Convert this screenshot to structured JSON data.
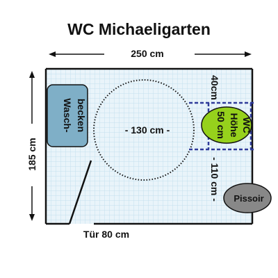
{
  "title": "WC Michaeligarten",
  "dimensions": {
    "width": "250 cm",
    "height": "185 cm",
    "circle": "- 130 cm -",
    "toilet_side": "40cm",
    "toilet_distance": "- 110 cm -",
    "door": "Tür 80 cm"
  },
  "fixtures": {
    "sink_line1": "Wasch-",
    "sink_line2": "becken",
    "wc_line1": "WC",
    "wc_line2": "Höhe",
    "wc_line3": "50 cm",
    "urinal": "Pissoir"
  },
  "colors": {
    "floor_tile": "#e9f4fa",
    "grid_line": "#c4dfee",
    "sink_fill": "#7fafc7",
    "wc_fill": "#96d11c",
    "urinal_fill": "#888888",
    "guide_lines": "#2f3b9a",
    "wall": "#111111"
  }
}
